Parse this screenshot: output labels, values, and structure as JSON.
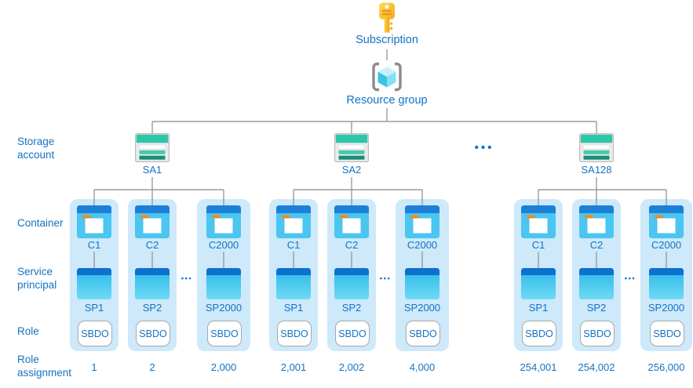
{
  "hierarchy": {
    "subscription_label": "Subscription",
    "resource_group_label": "Resource group"
  },
  "row_labels": {
    "storage_account": "Storage\naccount",
    "container": "Container",
    "service_principal": "Service\nprincipal",
    "role": "Role",
    "role_assignment": "Role\nassignment"
  },
  "storage_ellipsis": "•••",
  "groups": [
    {
      "storage_account": "SA1",
      "column_ellipsis": "•••",
      "columns": [
        {
          "container": "C1",
          "service_principal": "SP1",
          "role": "SBDO",
          "role_assignment": "1"
        },
        {
          "container": "C2",
          "service_principal": "SP2",
          "role": "SBDO",
          "role_assignment": "2"
        },
        {
          "container": "C2000",
          "service_principal": "SP2000",
          "role": "SBDO",
          "role_assignment": "2,000"
        }
      ]
    },
    {
      "storage_account": "SA2",
      "column_ellipsis": "•••",
      "columns": [
        {
          "container": "C1",
          "service_principal": "SP1",
          "role": "SBDO",
          "role_assignment": "2,001"
        },
        {
          "container": "C2",
          "service_principal": "SP2",
          "role": "SBDO",
          "role_assignment": "2,002"
        },
        {
          "container": "C2000",
          "service_principal": "SP2000",
          "role": "SBDO",
          "role_assignment": "4,000"
        }
      ]
    },
    {
      "storage_account": "SA128",
      "column_ellipsis": "•••",
      "columns": [
        {
          "container": "C1",
          "service_principal": "SP1",
          "role": "SBDO",
          "role_assignment": "254,001"
        },
        {
          "container": "C2",
          "service_principal": "SP2",
          "role": "SBDO",
          "role_assignment": "254,002"
        },
        {
          "container": "C2000",
          "service_principal": "SP2000",
          "role": "SBDO",
          "role_assignment": "256,000"
        }
      ]
    }
  ],
  "colors": {
    "label_blue": "#1473c2",
    "dots_blue": "#0078d4",
    "group_bg": "#cde9fa",
    "connector_gray": "#9b9b9b",
    "container_header_blue": "#1d80d8",
    "container_body_cyan": "#4ac6f0",
    "sp_header_blue": "#0e71cf",
    "storage_teal": "#2ec6a9",
    "key_gold": "#fdc32d"
  }
}
